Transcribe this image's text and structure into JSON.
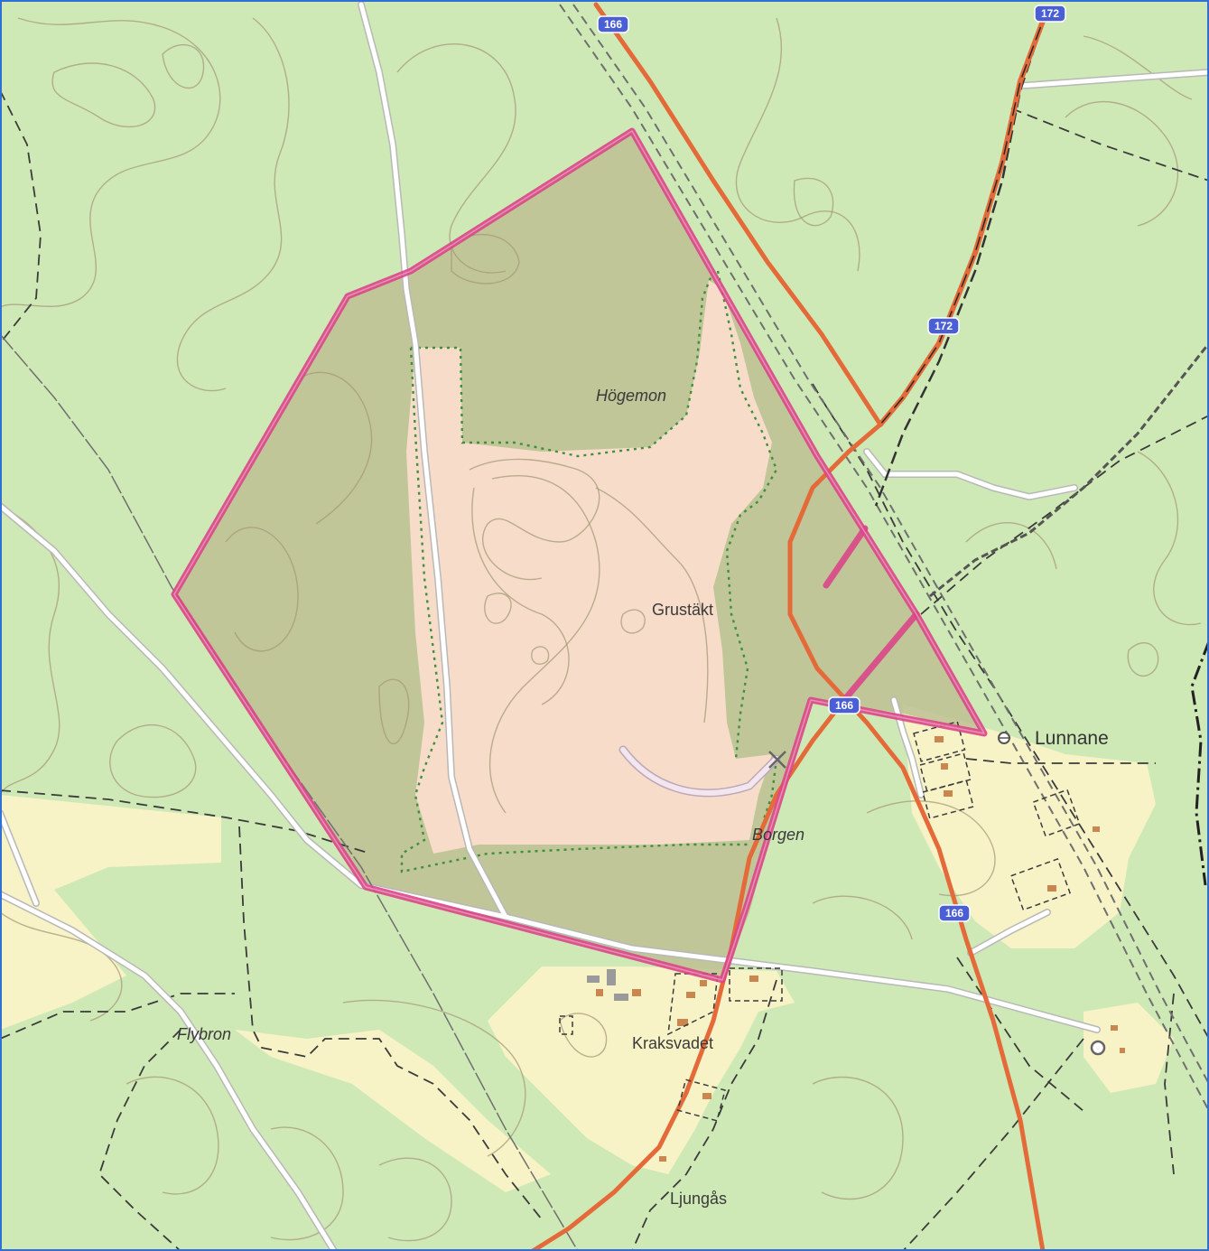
{
  "map": {
    "colors": {
      "background": "#cfe9b6",
      "open_land": "#f7f3c7",
      "gravel_pit": "#f7ddc9",
      "forest_overlay": "#bdbf93",
      "main_road": "#e46a3a",
      "area_boundary": "#d94688",
      "minor_road": "#ffffff",
      "railway": "#6f6f6f",
      "frame": "#2f6fd6"
    },
    "labels": {
      "hogemon": "Högemon",
      "grustakt": "Grustäkt",
      "borgen": "Borgen",
      "lunnane": "Lunnane",
      "kraksvadet": "Kraksvadet",
      "flybron": "Flybron",
      "ljungas": "Ljungås"
    },
    "road_shields": {
      "r166_north": "166",
      "r172_north": "172",
      "r172_mid": "172",
      "r166_junction": "166",
      "r166_south": "166"
    },
    "icons": {
      "mine": "crossed-tools-icon",
      "railway_station": "station-ring-icon",
      "halt": "halt-ring-icon"
    }
  }
}
